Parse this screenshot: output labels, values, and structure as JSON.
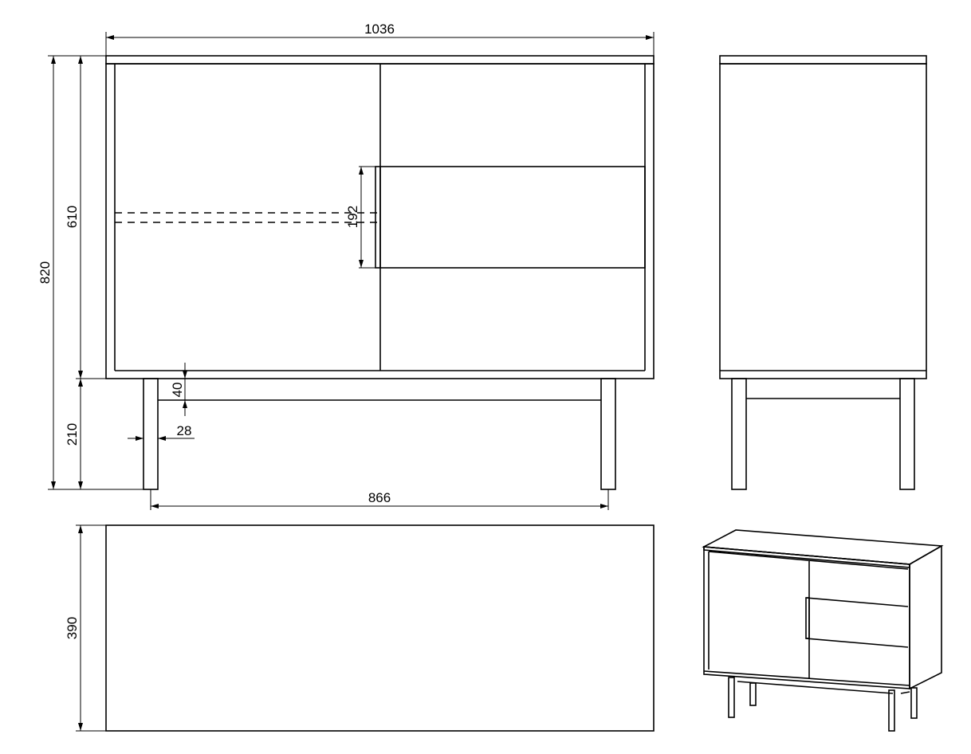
{
  "dimensions": {
    "overall_width": "1036",
    "overall_height": "820",
    "body_height": "610",
    "leg_height": "210",
    "handle_height": "192",
    "stretcher_height": "40",
    "leg_width": "28",
    "leg_spacing": "866",
    "depth": "390"
  }
}
